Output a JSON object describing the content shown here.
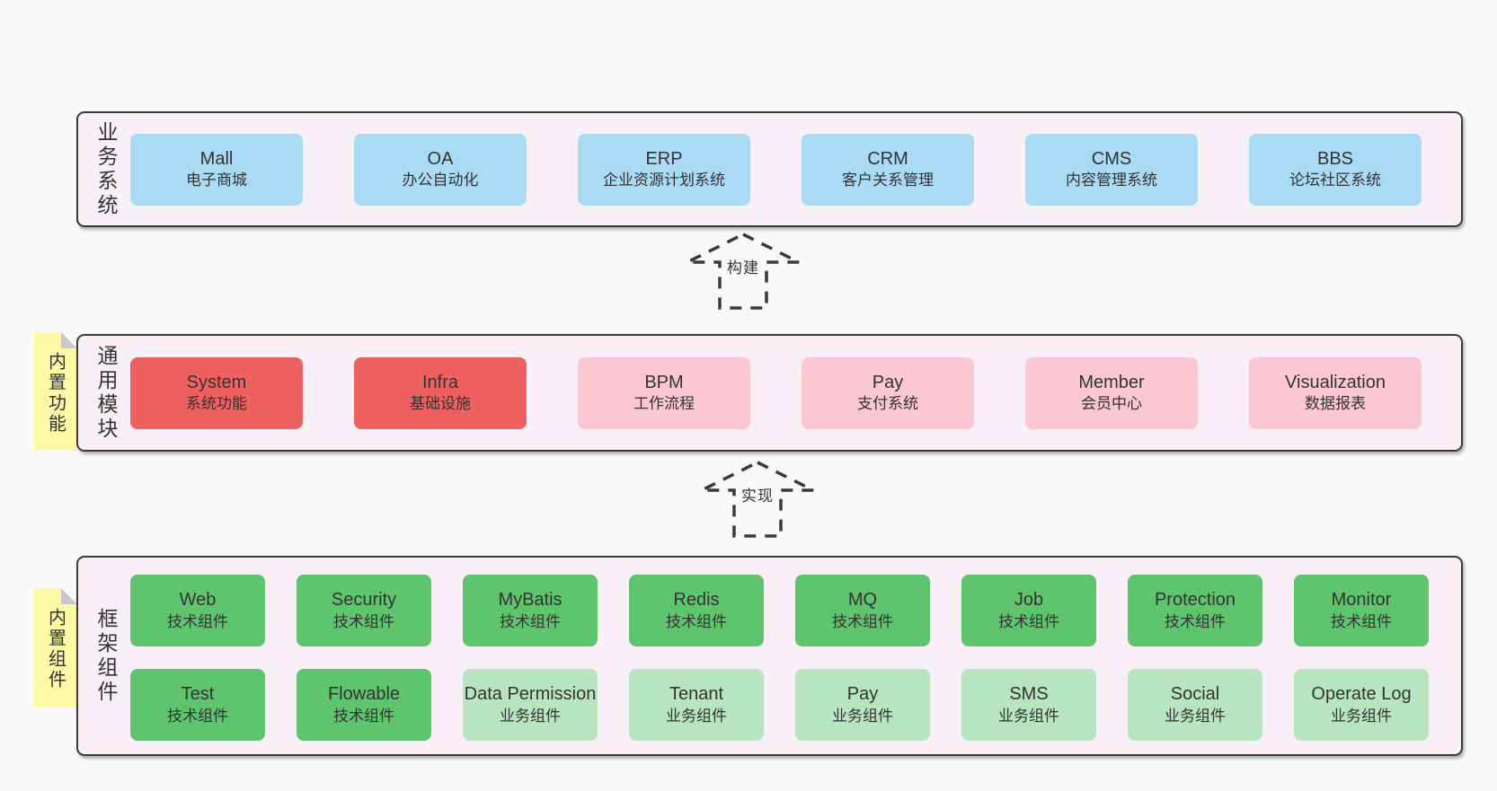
{
  "colors": {
    "background": "#F9F9F9",
    "panel_bg": "#F8EFF7",
    "panel_border": "#3A3A3A",
    "blue_box": "#A9DBF5",
    "red_box": "#EE6160",
    "pink_box": "#FBC7D2",
    "green_box": "#5EC46E",
    "light_green_box": "#B7E5C1",
    "sticky_yellow": "#FBF9A6",
    "sticky_fold_gray": "#C9C9C9",
    "text": "#333333"
  },
  "arrows": [
    {
      "label": "构建"
    },
    {
      "label": "实现"
    }
  ],
  "layers": [
    {
      "label": "业务系统",
      "boxes": [
        {
          "name": "Mall",
          "sub": "电子商城"
        },
        {
          "name": "OA",
          "sub": "办公自动化"
        },
        {
          "name": "ERP",
          "sub": "企业资源计划系统"
        },
        {
          "name": "CRM",
          "sub": "客户关系管理"
        },
        {
          "name": "CMS",
          "sub": "内容管理系统"
        },
        {
          "name": "BBS",
          "sub": "论坛社区系统"
        }
      ]
    },
    {
      "label": "通用模块",
      "sticky": "内置功能",
      "boxes": [
        {
          "name": "System",
          "sub": "系统功能"
        },
        {
          "name": "Infra",
          "sub": "基础设施"
        },
        {
          "name": "BPM",
          "sub": "工作流程"
        },
        {
          "name": "Pay",
          "sub": "支付系统"
        },
        {
          "name": "Member",
          "sub": "会员中心"
        },
        {
          "name": "Visualization",
          "sub": "数据报表"
        }
      ]
    },
    {
      "label": "框架组件",
      "sticky": "内置组件",
      "rows": [
        [
          {
            "name": "Web",
            "sub": "技术组件"
          },
          {
            "name": "Security",
            "sub": "技术组件"
          },
          {
            "name": "MyBatis",
            "sub": "技术组件"
          },
          {
            "name": "Redis",
            "sub": "技术组件"
          },
          {
            "name": "MQ",
            "sub": "技术组件"
          },
          {
            "name": "Job",
            "sub": "技术组件"
          },
          {
            "name": "Protection",
            "sub": "技术组件"
          },
          {
            "name": "Monitor",
            "sub": "技术组件"
          }
        ],
        [
          {
            "name": "Test",
            "sub": "技术组件"
          },
          {
            "name": "Flowable",
            "sub": "技术组件"
          },
          {
            "name": "Data Permission",
            "sub": "业务组件"
          },
          {
            "name": "Tenant",
            "sub": "业务组件"
          },
          {
            "name": "Pay",
            "sub": "业务组件"
          },
          {
            "name": "SMS",
            "sub": "业务组件"
          },
          {
            "name": "Social",
            "sub": "业务组件"
          },
          {
            "name": "Operate Log",
            "sub": "业务组件"
          }
        ]
      ]
    }
  ]
}
